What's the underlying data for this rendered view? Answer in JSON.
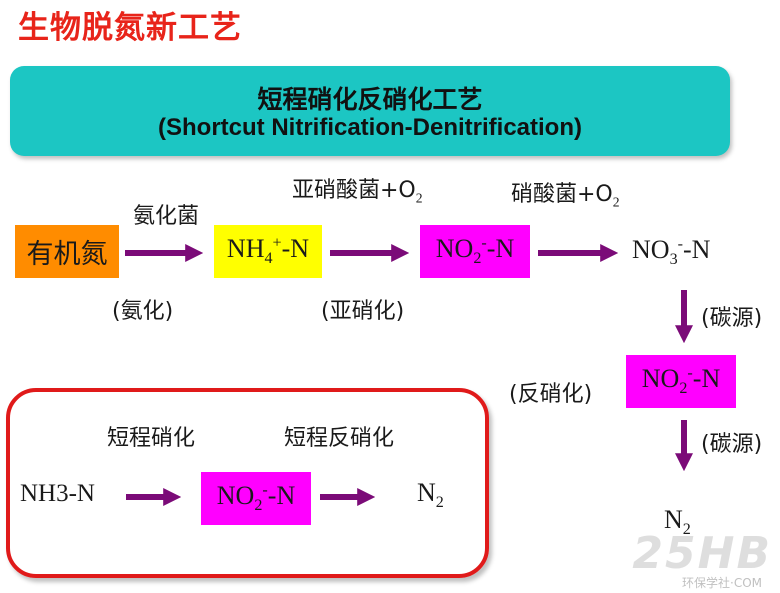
{
  "title": "生物脱氮新工艺",
  "banner": {
    "line1": "短程硝化反硝化工艺",
    "line2": "(Shortcut Nitrification-Denitrification)"
  },
  "main_flow": {
    "organic_n": "有机氮",
    "ammonia_bacteria": "氨化菌",
    "ammonification": "(氨化)",
    "nh4": {
      "base": "NH",
      "sub": "4",
      "sup": "+",
      "tail": "-N"
    },
    "nitrite_bacteria": {
      "text": "亚硝酸菌+O",
      "sub": "2"
    },
    "nitritation": "(亚硝化)",
    "no2": {
      "base": "NO",
      "sub": "2",
      "sup": "-",
      "tail": "-N"
    },
    "nitrate_bacteria": {
      "text": "硝酸菌+O",
      "sub": "2"
    },
    "no3": {
      "base": "NO",
      "sub": "3",
      "sup": "-",
      "tail": "-N"
    },
    "carbon_source_1": "(碳源)",
    "denitrification": "(反硝化)",
    "no2_b": {
      "base": "NO",
      "sub": "2",
      "sup": "-",
      "tail": "-N"
    },
    "carbon_source_2": "(碳源)",
    "n2": {
      "base": "N",
      "sub": "2"
    }
  },
  "shortcut": {
    "label_nitrification": "短程硝化",
    "label_denitrification": "短程反硝化",
    "nh3": "NH3-N",
    "no2": {
      "base": "NO",
      "sub": "2",
      "sup": "-",
      "tail": "-N"
    },
    "n2": {
      "base": "N",
      "sub": "2"
    }
  },
  "watermark": {
    "logo": "25HB",
    "text": "环保学社·COM"
  },
  "colors": {
    "title": "#e8241a",
    "banner": "#1cc6c3",
    "orange_box": "#ff8c00",
    "yellow_box": "#ffff00",
    "magenta_box": "#ff00ff",
    "arrow": "#7b0b78",
    "frame": "#e01a1a"
  }
}
